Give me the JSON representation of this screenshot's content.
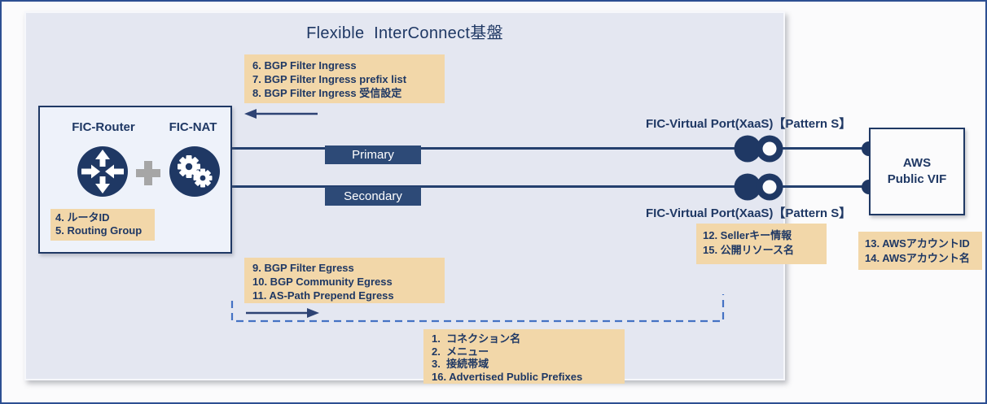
{
  "title": "Flexible  InterConnect基盤",
  "fic": {
    "router_label": "FIC-Router",
    "nat_label": "FIC-NAT",
    "note": [
      "4. ルータID",
      "5. Routing Group"
    ]
  },
  "paths": {
    "primary": "Primary",
    "secondary": "Secondary"
  },
  "virtual_port": {
    "top_label": "FIC-Virtual Port(XaaS)【Pattern S】",
    "bottom_label": "FIC-Virtual Port(XaaS)【Pattern S】"
  },
  "aws": {
    "name": "AWS",
    "type": "Public VIF"
  },
  "notes": {
    "bgp_ingress": [
      "6. BGP Filter Ingress",
      "7. BGP Filter Ingress prefix list",
      "8. BGP Filter Ingress 受信設定"
    ],
    "bgp_egress": [
      "9. BGP Filter Egress",
      "10. BGP Community Egress",
      "11. AS-Path Prepend Egress"
    ],
    "seller": [
      "12. Sellerキー情報",
      "15. 公開リソース名"
    ],
    "aws_account": [
      "13. AWSアカウントID",
      "14. AWSアカウント名"
    ],
    "connection": [
      "1.  コネクション名",
      "2.  メニュー",
      "3.  接続帯域",
      "16. Advertised Public Prefixes"
    ]
  },
  "colors": {
    "navy": "#1f3864",
    "line": "#24406e",
    "note_bg": "#f2d7a9",
    "tag_bg": "#2d4a77",
    "dashed_blue": "#4472c4",
    "panel_bg": "#e4e7f1",
    "outer_border": "#2d4f92"
  }
}
